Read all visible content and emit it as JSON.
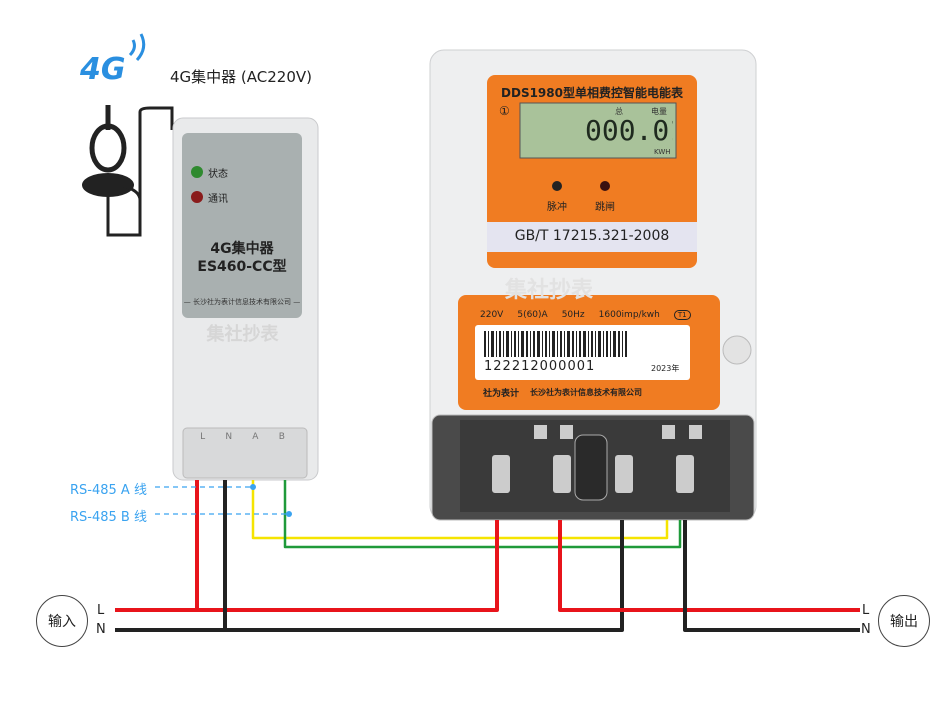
{
  "antenna": {
    "label": "4G"
  },
  "concentrator": {
    "caption": "4G集中器 (AC220V)",
    "indicator_status": "状态",
    "indicator_comm": "通讯",
    "name_line1": "4G集中器",
    "name_line2": "ES460-CC型",
    "company": "— 长沙社为表计信息技术有限公司 —",
    "watermark": "集社抄表",
    "terminals": [
      "L",
      "N",
      "A",
      "B"
    ]
  },
  "meter": {
    "title": "DDS1980型单相费控智能电能表",
    "lcd_value": "000.01",
    "lcd_unit": "KWH",
    "lcd_labels": [
      "总",
      "电量"
    ],
    "led_pulse": "脉冲",
    "led_trip": "跳闸",
    "standard": "GB/T 17215.321-2008",
    "specs": [
      "220V",
      "5(60)A",
      "50Hz",
      "1600imp/kwh"
    ],
    "spec_badge": "T1",
    "barcode_number": "122212000001",
    "year": "2023年",
    "brand": "社为表计",
    "company": "长沙社为表计信息技术有限公司",
    "watermark": "集社抄表"
  },
  "labels": {
    "rs485_a": "RS-485  A 线",
    "rs485_b": "RS-485  B 线",
    "input": "输入",
    "output": "输出",
    "L": "L",
    "N": "N"
  },
  "colors": {
    "live": "#e8141b",
    "neutral": "#222222",
    "rs485_a": "#f5e400",
    "rs485_b": "#1f9a3a",
    "meter_orange": "#f07c22",
    "annotation": "#3aa3f0"
  }
}
